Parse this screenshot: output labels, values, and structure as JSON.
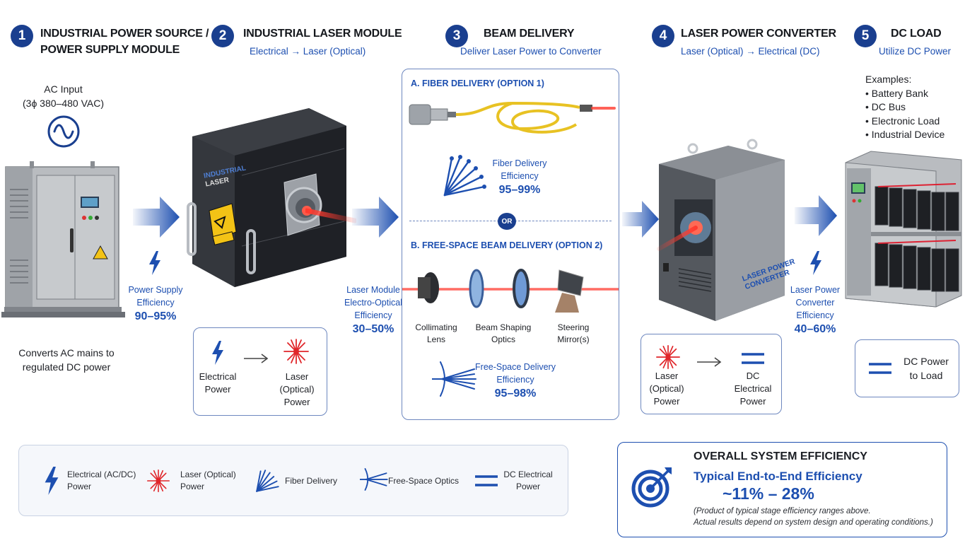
{
  "steps": [
    {
      "num": "1",
      "title_line1": "INDUSTRIAL POWER SOURCE /",
      "title_line2": "POWER SUPPLY MODULE"
    },
    {
      "num": "2",
      "title": "INDUSTRIAL LASER MODULE",
      "subtitle": "Electrical → Laser (Optical)"
    },
    {
      "num": "3",
      "title": "BEAM DELIVERY",
      "subtitle": "Deliver Laser Power to Converter"
    },
    {
      "num": "4",
      "title": "LASER POWER CONVERTER",
      "subtitle": "Laser (Optical) → Electrical (DC)"
    },
    {
      "num": "5",
      "title": "DC LOAD",
      "subtitle": "Utilize DC Power"
    }
  ],
  "power_source": {
    "ac_input_line1": "AC Input",
    "ac_input_line2": "(3ϕ 380–480 VAC)",
    "caption_line1": "Converts AC mains to",
    "caption_line2": "regulated DC power",
    "efficiency_line1": "Power Supply",
    "efficiency_line2": "Efficiency",
    "efficiency_value": "90–95%"
  },
  "laser_module": {
    "device_label_line1": "INDUSTRIAL",
    "device_label_line2": "LASER",
    "efficiency_line1": "Laser Module",
    "efficiency_line2": "Electro-Optical",
    "efficiency_line3": "Efficiency",
    "efficiency_value": "30–50%",
    "conversion_from_line1": "Electrical",
    "conversion_from_line2": "Power",
    "conversion_to_line1": "Laser",
    "conversion_to_line2": "(Optical)",
    "conversion_to_line3": "Power"
  },
  "beam_delivery": {
    "option1_title": "A. FIBER DELIVERY (OPTION 1)",
    "fiber_eff_line1": "Fiber Delivery",
    "fiber_eff_line2": "Efficiency",
    "fiber_eff_value": "95–99%",
    "or_label": "OR",
    "option2_title": "B. FREE-SPACE BEAM DELIVERY (OPTION 2)",
    "optics": [
      {
        "line1": "Collimating",
        "line2": "Lens"
      },
      {
        "line1": "Beam Shaping",
        "line2": "Optics"
      },
      {
        "line1": "Steering",
        "line2": "Mirror(s)"
      }
    ],
    "free_eff_line1": "Free-Space Delivery",
    "free_eff_line2": "Efficiency",
    "free_eff_value": "95–98%"
  },
  "converter": {
    "device_label_line1": "LASER POWER",
    "device_label_line2": "CONVERTER",
    "efficiency_line1": "Laser Power",
    "efficiency_line2": "Converter",
    "efficiency_line3": "Efficiency",
    "efficiency_value": "40–60%",
    "conversion_from_line1": "Laser",
    "conversion_from_line2": "(Optical)",
    "conversion_from_line3": "Power",
    "conversion_to_line1": "DC",
    "conversion_to_line2": "Electrical",
    "conversion_to_line3": "Power"
  },
  "dc_load": {
    "examples_title": "Examples:",
    "examples": [
      "• Battery Bank",
      "• DC Bus",
      "• Electronic Load",
      "• Industrial Device"
    ],
    "box_line1": "DC Power",
    "box_line2": "to Load"
  },
  "legend": [
    {
      "icon": "lightning-icon",
      "line1": "Electrical (AC/DC)",
      "line2": "Power"
    },
    {
      "icon": "laser-burst-icon",
      "line1": "Laser (Optical)",
      "line2": "Power"
    },
    {
      "icon": "fiber-bundle-icon",
      "line1": "Fiber Delivery",
      "line2": ""
    },
    {
      "icon": "free-space-optics-icon",
      "line1": "Free-Space Optics",
      "line2": ""
    },
    {
      "icon": "dc-equals-icon",
      "line1": "DC Electrical",
      "line2": "Power"
    }
  ],
  "overall": {
    "title": "OVERALL SYSTEM EFFICIENCY",
    "subtitle": "Typical End-to-End Efficiency",
    "value": "~11% – 28%",
    "note_line1": "(Product of typical stage efficiency ranges above.",
    "note_line2": "Actual results depend on system design and operating conditions.)"
  },
  "colors": {
    "accent": "#1d4fb0",
    "step_badge": "#1a3f8f",
    "laser": "#e0262a",
    "border": "#6d87bf"
  }
}
